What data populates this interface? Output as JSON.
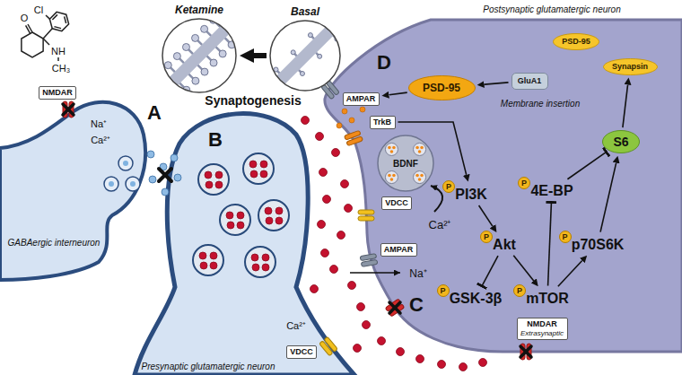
{
  "diagram": {
    "nodes": [
      {
        "text": [
          "Ketamine"
        ]
      },
      {
        "text": [
          "Basal"
        ]
      },
      {
        "text": [
          "NMDAR"
        ]
      },
      {
        "text": [
          "VDCC"
        ]
      },
      {
        "text": [
          "AMPAR"
        ]
      },
      {
        "text": [
          "PSD-95"
        ]
      },
      {
        "text": [
          "PSD-95"
        ]
      },
      {
        "text": [
          "Synapsin"
        ]
      },
      {
        "text": [
          "GluA1"
        ]
      },
      {
        "text": [
          "TrkB"
        ]
      },
      {
        "text": [
          "BDNF"
        ]
      },
      {
        "text": [
          "PI3K"
        ]
      },
      {
        "text": [
          "P"
        ]
      },
      {
        "text": [
          "VDCC"
        ]
      },
      {
        "text": [
          "4E-BP"
        ]
      },
      {
        "text": [
          "P"
        ]
      },
      {
        "text": [
          "S6"
        ]
      },
      {
        "text": [
          "Akt"
        ]
      },
      {
        "text": [
          "P"
        ]
      },
      {
        "text": [
          "p70S6K"
        ]
      },
      {
        "text": [
          "P"
        ]
      },
      {
        "text": [
          "AMPAR"
        ]
      },
      {
        "text": [
          "GSK-3β"
        ]
      },
      {
        "text": [
          "P"
        ]
      },
      {
        "text": [
          "mTOR"
        ]
      },
      {
        "text": [
          "P"
        ]
      },
      {
        "text": [
          "NMDAR",
          "Extrasynaptic"
        ]
      }
    ],
    "edges": [
      {
        "from": 1,
        "to": 0,
        "arrow": "to"
      },
      {
        "from": 5,
        "to": 4,
        "arrow": "to"
      },
      {
        "from": 8,
        "to": 5,
        "arrow": "to"
      },
      {
        "from": 16,
        "to": 7,
        "arrow": "to"
      },
      {
        "from": 9,
        "to": 11,
        "arrow": "to"
      },
      {
        "from": 11,
        "to": 17,
        "arrow": "to"
      },
      {
        "from": 17,
        "to": 22,
        "arrow": "to"
      },
      {
        "from": 17,
        "to": 24,
        "arrow": "to"
      },
      {
        "from": 24,
        "to": 14,
        "arrow": "to"
      },
      {
        "from": 24,
        "to": 19,
        "arrow": "to"
      },
      {
        "from": 19,
        "to": 16,
        "arrow": "to"
      },
      {
        "from": 14,
        "to": 16,
        "arrow": "to"
      }
    ],
    "labels": [
      "Cl",
      "O",
      "NH",
      "CH₃",
      "Synaptogenesis",
      "Postsynaptic glutamatergic neuron",
      "D",
      "Membrane insertion",
      "A",
      "Na⁺",
      "Ca²⁺",
      "GABAergic interneuron",
      "B",
      "Ca²⁺",
      "Na⁺",
      "C",
      "Ca²⁺",
      "Presynaptic glutamatergic neuron"
    ]
  }
}
